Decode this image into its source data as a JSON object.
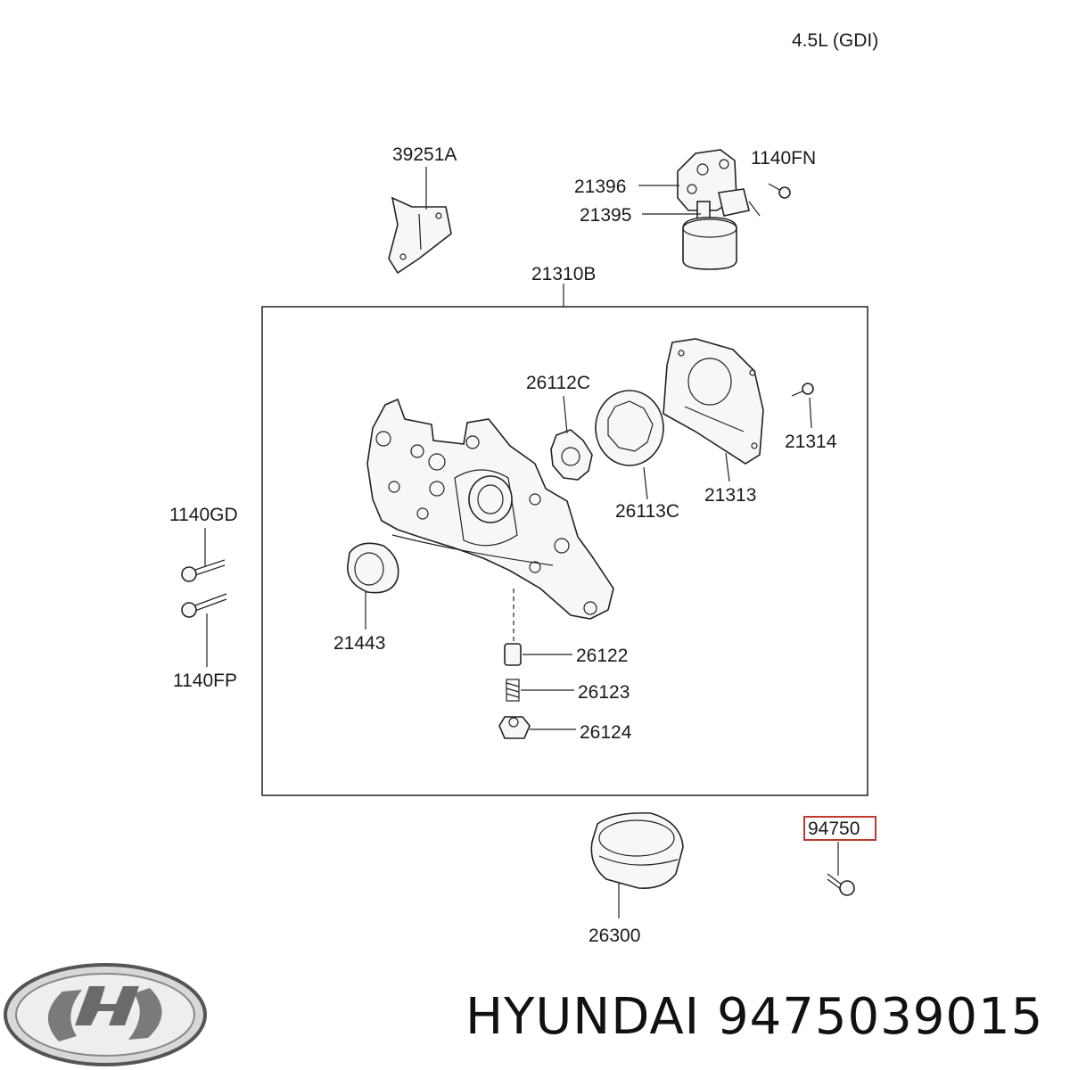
{
  "diagram": {
    "engine_label": "4.5L (GDI)",
    "callouts": {
      "c39251A": "39251A",
      "c21396": "21396",
      "c1140FN": "1140FN",
      "c21395": "21395",
      "c21310B": "21310B",
      "c26112C": "26112C",
      "c21314": "21314",
      "c21313": "21313",
      "c26113C": "26113C",
      "c1140GD": "1140GD",
      "c21443": "21443",
      "c1140FP": "1140FP",
      "c26122": "26122",
      "c26123": "26123",
      "c26124": "26124",
      "c26300": "26300",
      "c94750": "94750"
    },
    "highlight_color": "#c0392b"
  },
  "footer": {
    "brand": "HYUNDAI",
    "part_number": "9475039015"
  }
}
